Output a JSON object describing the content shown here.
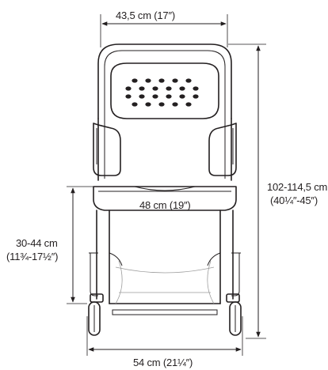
{
  "dimensions": {
    "width_top": "43,5 cm (17″)",
    "seat_width": "48 cm (19″)",
    "height_total_line1": "102-114,5 cm",
    "height_total_line2": "(40¼″-45″)",
    "seat_height_line1": "30-44 cm",
    "seat_height_line2": "(11¾-17½″)",
    "width_bottom": "54 cm (21¼″)"
  }
}
